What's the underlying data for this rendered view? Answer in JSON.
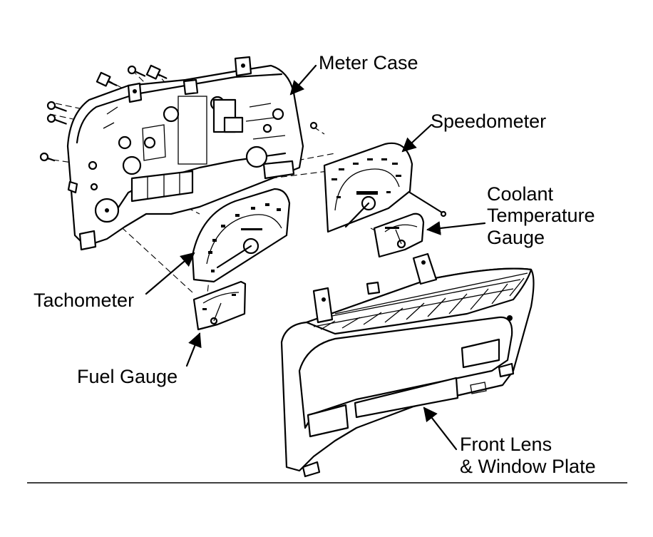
{
  "labels": {
    "meter_case": "Meter Case",
    "speedometer": "Speedometer",
    "coolant_line1": "Coolant",
    "coolant_line2": "Temperature",
    "coolant_line3": "Gauge",
    "tachometer": "Tachometer",
    "fuel_gauge": "Fuel Gauge",
    "front_lens_line1": "Front Lens",
    "front_lens_line2": "& Window Plate"
  }
}
